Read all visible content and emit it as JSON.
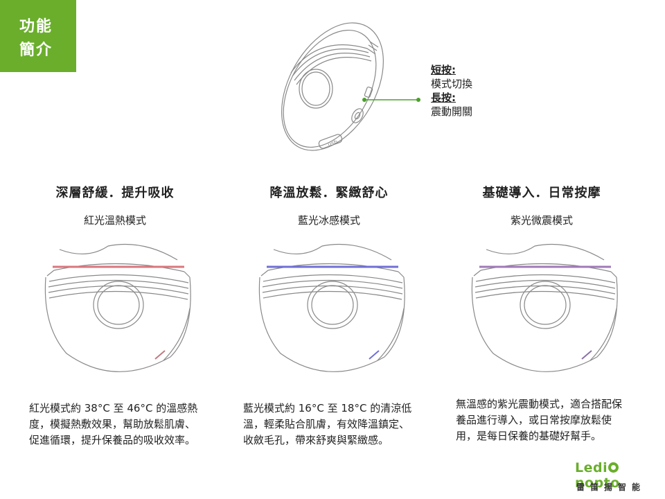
{
  "badge": {
    "line1": "功能",
    "line2": "簡介"
  },
  "callout": {
    "short_key": "短按:",
    "short_val": "模式切換",
    "long_key": "長按:",
    "long_val": "震動開關",
    "dot_color": "#4aa02a"
  },
  "device_label": "usb",
  "modes": [
    {
      "title": "深層舒緩．提升吸收",
      "subtitle": "紅光溫熱模式",
      "light_color": "#d9767c",
      "description": "紅光模式約 38°C 至 46°C 的溫感熱度，模擬熱敷效果，幫助放鬆肌膚、促進循環，提升保養品的吸收效率。"
    },
    {
      "title": "降溫放鬆．緊緻舒心",
      "subtitle": "藍光冰感模式",
      "light_color": "#6f6fd6",
      "description": "藍光模式約 16°C 至 18°C 的清涼低溫，輕柔貼合肌膚，有效降溫鎮定、收斂毛孔，帶來舒爽與緊緻感。"
    },
    {
      "title": "基礎導入．日常按摩",
      "subtitle": "紫光微震模式",
      "light_color": "#a07ab8",
      "description": "無溫感的紫光震動模式，適合搭配保養品進行導入，或日常按摩放鬆使用，是每日保養的基礎好幫手。"
    }
  ],
  "brand": {
    "name_prefix": "Ledi",
    "name_suffix": "nopto",
    "chinese": "雷笛揚智能",
    "color": "#6aae2c"
  }
}
